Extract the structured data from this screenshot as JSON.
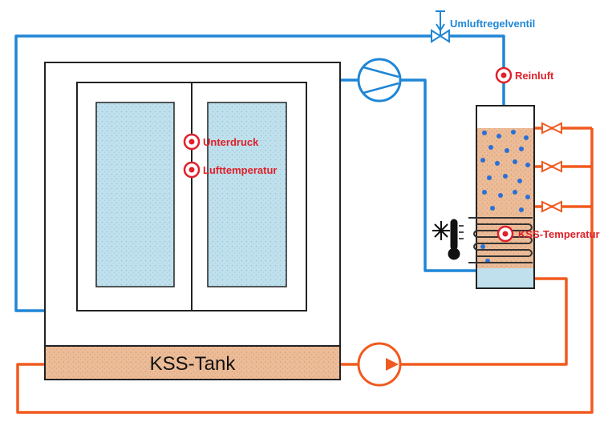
{
  "colors": {
    "air_line": "#1f86d6",
    "coolant_line": "#f05a1e",
    "sensor": "#e0202a",
    "glass": "#bfe0ec",
    "coolant_fill": "#e8b48f",
    "bubble": "#2a6fd6"
  },
  "labels": {
    "valve": "Umluftregelventil",
    "clean_air": "Reinluft",
    "vacuum": "Unterdruck",
    "air_temp": "Lufttemperatur",
    "coolant_temp": "KSS-Temperatur",
    "tank": "KSS-Tank"
  },
  "icons": {
    "fan": "fan-icon",
    "pump": "pump-icon",
    "valve": "valve-icon",
    "sensor": "sensor-icon",
    "frost_thermometer": "frost-thermometer-icon",
    "cooling_coil": "cooling-coil-icon"
  }
}
